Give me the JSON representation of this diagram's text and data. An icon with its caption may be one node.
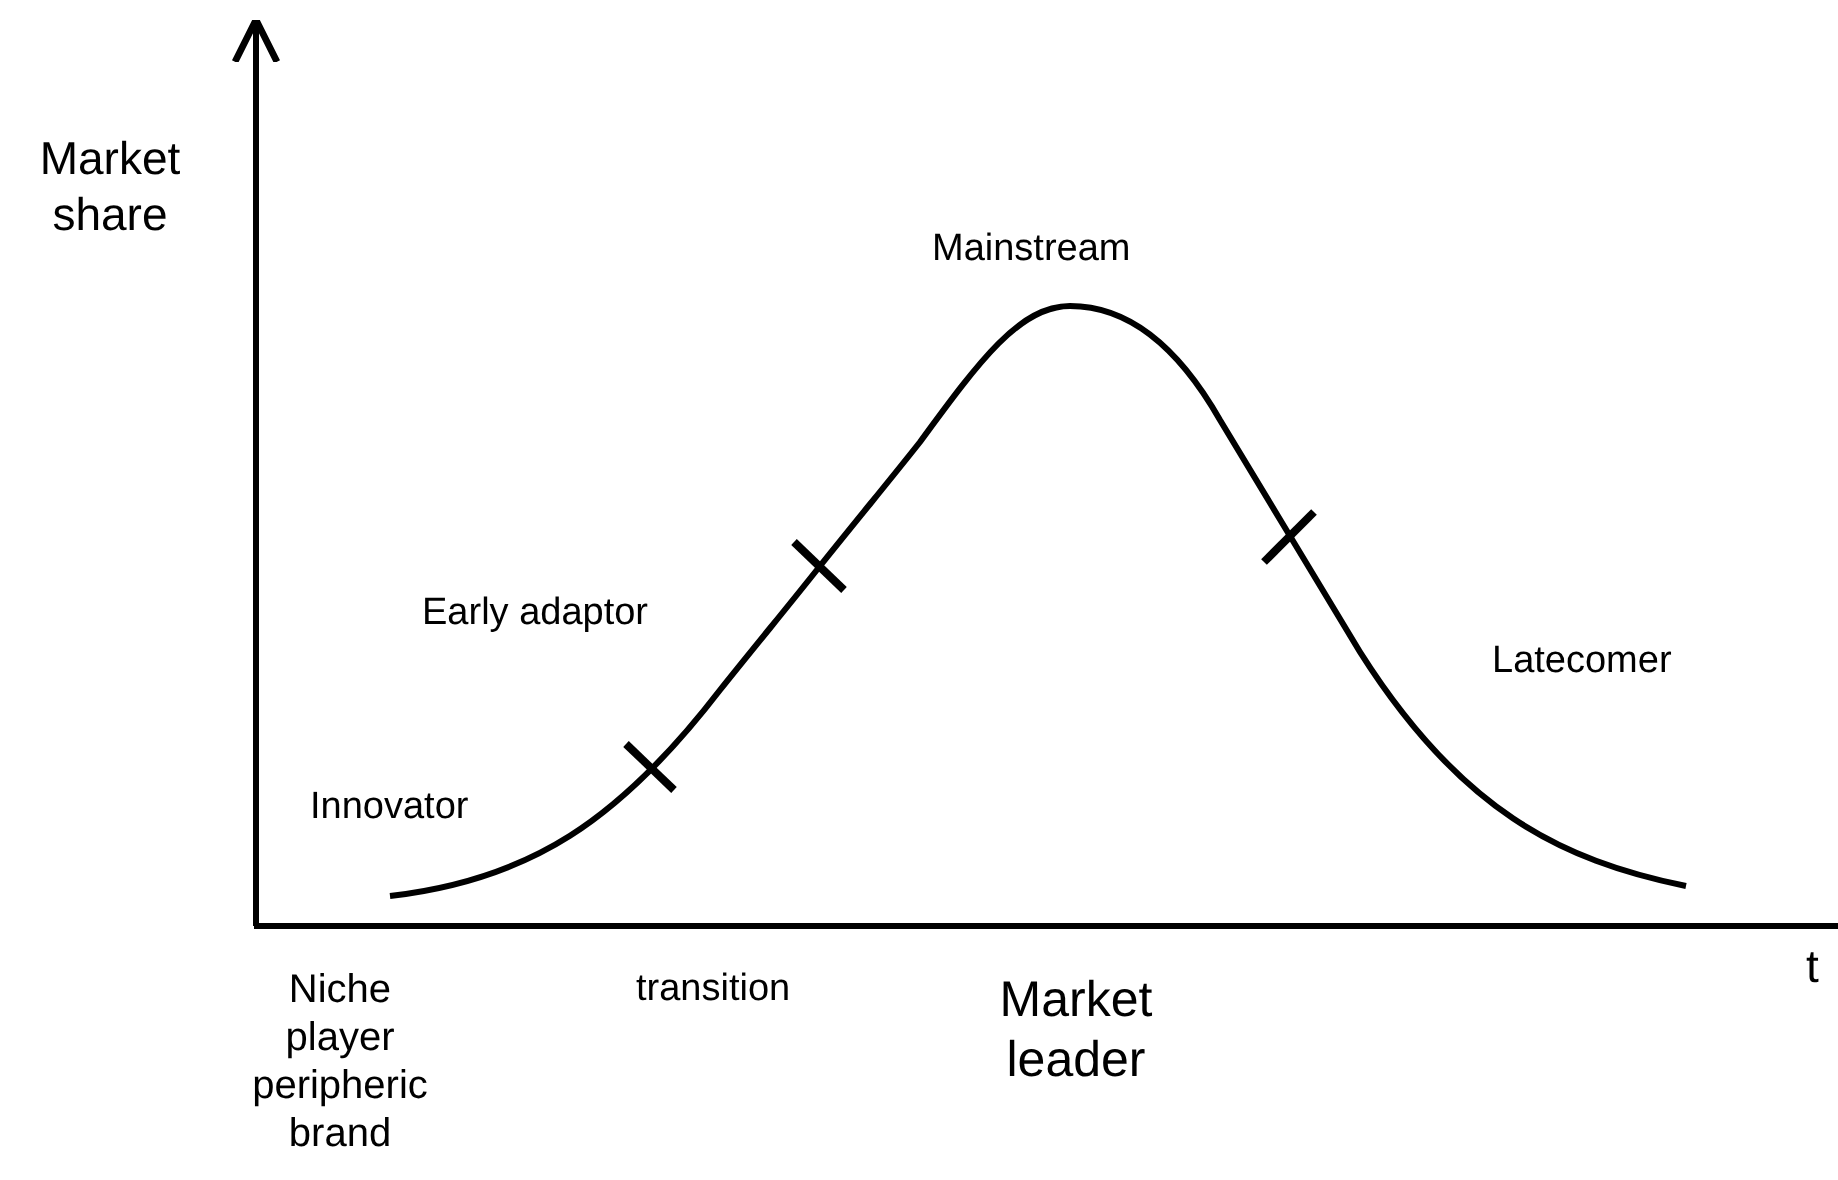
{
  "diagram": {
    "labels": [
      "Market share",
      "Mainstream",
      "Early adaptor",
      "Latecomer",
      "Innovator",
      "t",
      "Niche player peripheric brand",
      "transition",
      "Market leader"
    ]
  }
}
